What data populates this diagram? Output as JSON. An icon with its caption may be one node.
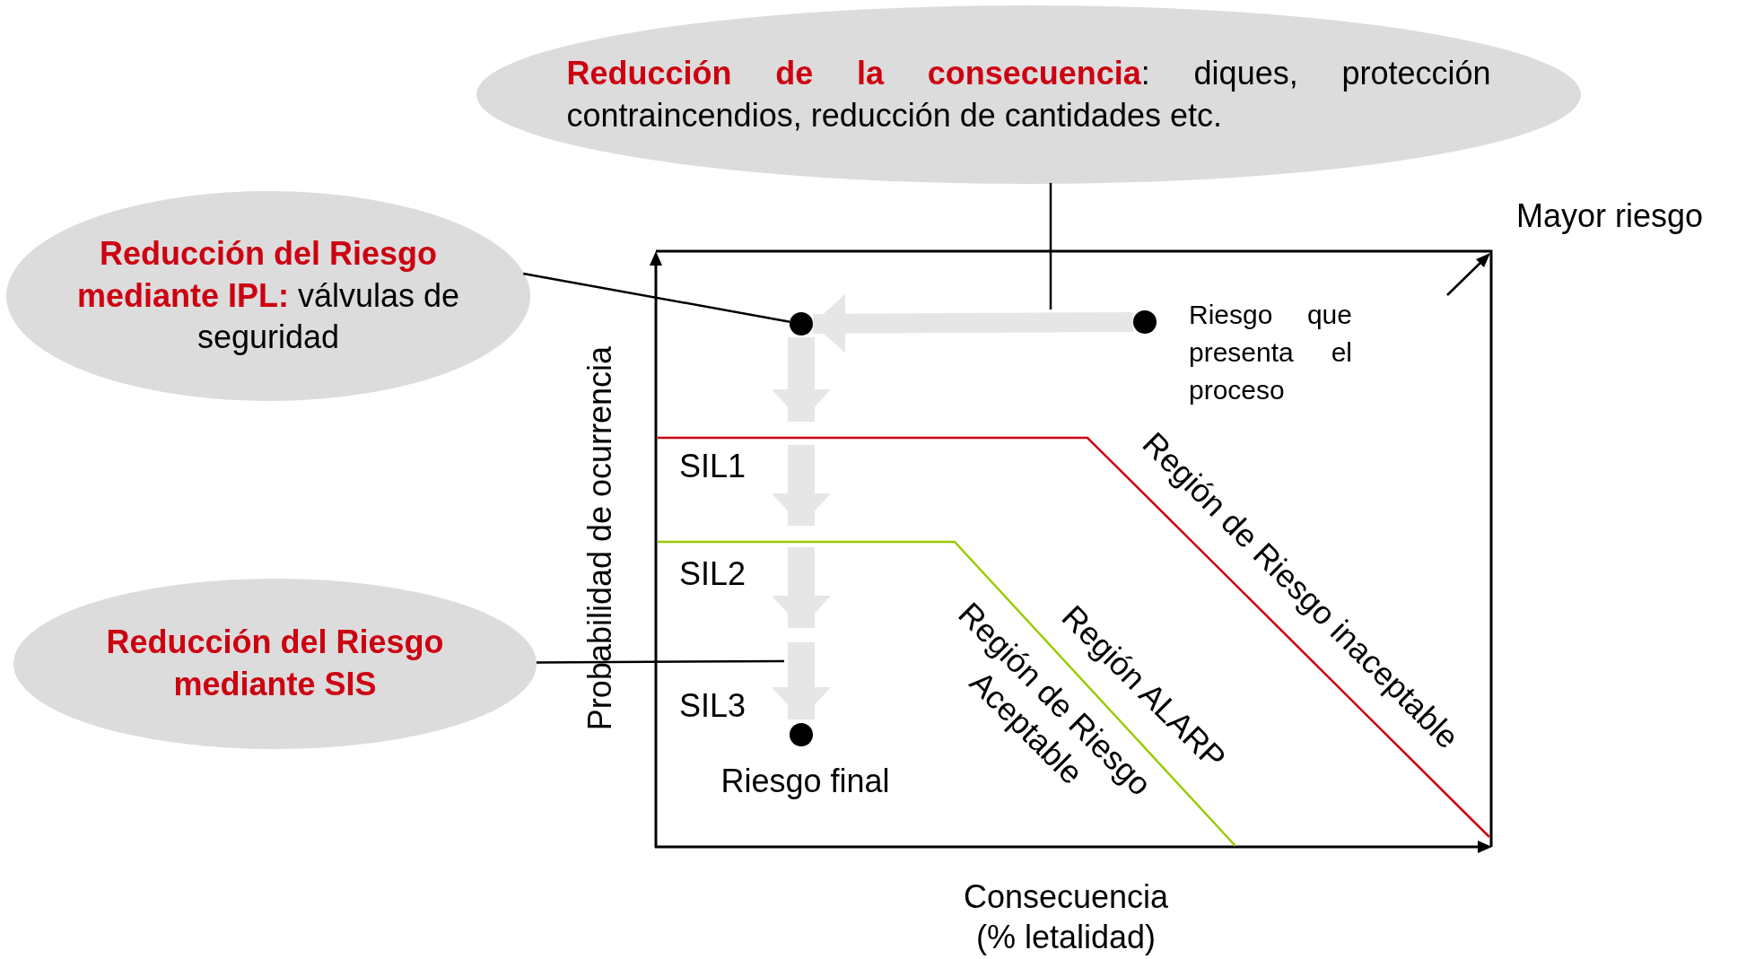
{
  "diagram": {
    "nodes": [
      {
        "text": [
          "**Reducción de la consecuencia**: diques, protección contraincendios, reducción de cantidades etc."
        ]
      },
      {
        "text": [
          "**Reducción del Riesgo mediante IPL:** válvulas de seguridad"
        ]
      },
      {
        "text": [
          "Reducción del Riesgo mediante SIS"
        ]
      },
      {
        "text": [],
        "shape": "circle"
      },
      {
        "text": [],
        "shape": "circle",
        "beside": [
          "Riesgo que presenta el proceso"
        ]
      },
      {
        "text": [],
        "shape": "circle",
        "beside": [
          "Riesgo final"
        ]
      }
    ],
    "edges": [
      {
        "from": 4,
        "to": 3,
        "arrow": "to",
        "style": "thick",
        "color": "#e6e6e6"
      },
      {
        "from": 3,
        "to": 5,
        "arrow": "to",
        "style": "thick",
        "color": "#e6e6e6"
      },
      {
        "from": 1,
        "to": 3,
        "arrow": "none"
      },
      {
        "from": 0,
        "to": null,
        "arrow": "none"
      },
      {
        "from": 2,
        "to": null,
        "arrow": "none"
      }
    ],
    "labels": [
      "Mayor riesgo",
      "Probabilidad de ocurrencia",
      "SIL1",
      "SIL2",
      "SIL3",
      "Región de Riesgo inaceptable",
      "Región ALARP",
      "Región de Riesgo Aceptable",
      "Consecuencia (% letalidad)"
    ]
  }
}
